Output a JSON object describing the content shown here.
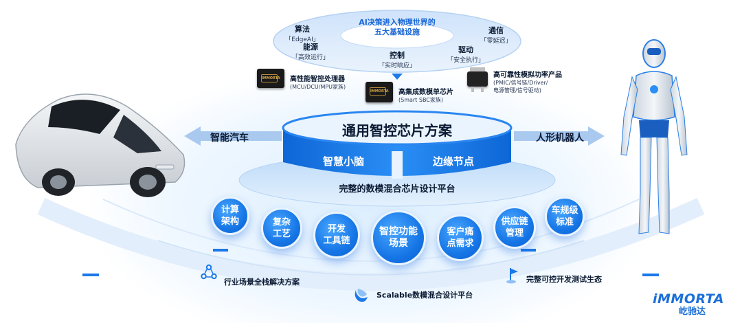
{
  "top": {
    "title_line1": "AI决策进入物理世界的",
    "title_line2": "五大基础设施",
    "items": [
      {
        "title": "算法",
        "sub": "「EdgeAI」"
      },
      {
        "title": "通信",
        "sub": "「零延迟」"
      },
      {
        "title": "能源",
        "sub": "「高效运行」"
      },
      {
        "title": "驱动",
        "sub": "「安全执行」"
      },
      {
        "title": "控制",
        "sub": "「实时响应」"
      }
    ]
  },
  "products": [
    {
      "title": "高性能智控处理器",
      "sub": "(MCU/DCU/MPU家族)"
    },
    {
      "title": "高集成数模单芯片",
      "sub": "(Smart SBC家族)"
    },
    {
      "title": "高可靠性模拟功率产品",
      "sub": "(PMIC/信号链/Driver/",
      "sub2": "电源管理/信号驱动)"
    }
  ],
  "left_arrow_label": "智能汽车",
  "right_arrow_label": "人形机器人",
  "center": {
    "title": "通用智控芯片方案",
    "left_tab": "智慧小脑",
    "right_tab": "边缘节点",
    "platform": "完整的数模混合芯片设计平台"
  },
  "circles": [
    {
      "label": "计算\n架构"
    },
    {
      "label": "复杂\n工艺"
    },
    {
      "label": "开发\n工具链"
    },
    {
      "label": "智控功能\n场景"
    },
    {
      "label": "客户痛\n点需求"
    },
    {
      "label": "供应链\n管理"
    },
    {
      "label": "车规级\n标准"
    }
  ],
  "bottom": {
    "left": "行业场景全栈解决方案",
    "middle": "Scalable数模混合设计平台",
    "right": "完整可控开发测试生态"
  },
  "brand": {
    "name": "iMMORTA",
    "cn": "屹驰达",
    "color": "#1b6fd8",
    "accent": "#f29a1f"
  }
}
